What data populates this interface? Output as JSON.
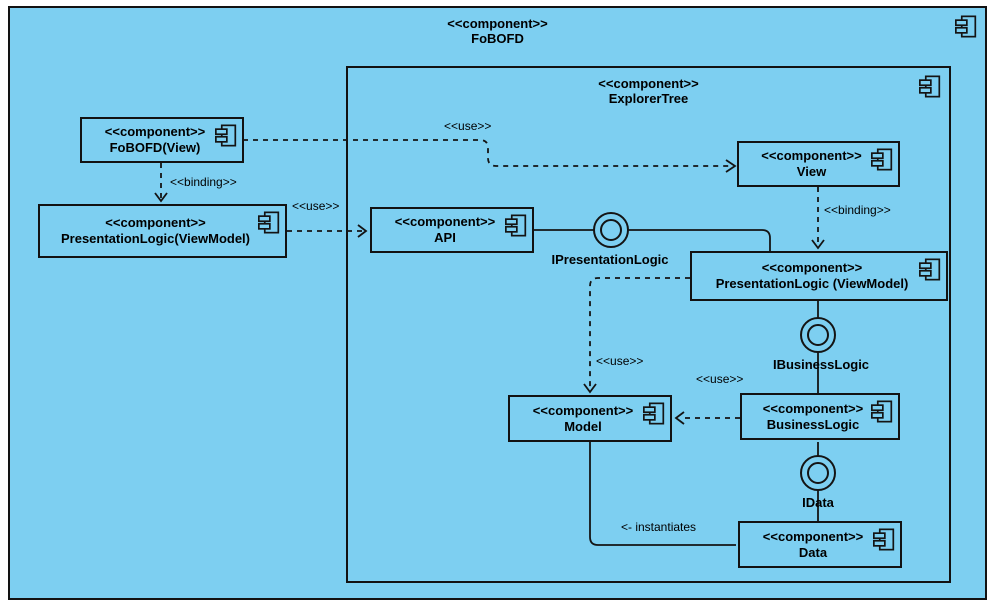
{
  "colors": {
    "canvas_fill": "#7dcff1",
    "stroke": "#141414",
    "page_background": "#ffffff",
    "text": "#000000"
  },
  "frames": {
    "outer": {
      "stereotype": "<<component>>",
      "name": "FoBOFD"
    },
    "inner": {
      "stereotype": "<<component>>",
      "name": "ExplorerTree"
    }
  },
  "components": {
    "fobofd_view": {
      "stereotype": "<<component>>",
      "name": "FoBOFD(View)"
    },
    "presentationlogic_viewmodel_outer": {
      "stereotype": "<<component>>",
      "name": "PresentationLogic(ViewModel)"
    },
    "api": {
      "stereotype": "<<component>>",
      "name": "API"
    },
    "view": {
      "stereotype": "<<component>>",
      "name": "View"
    },
    "presentationlogic_viewmodel_inner": {
      "stereotype": "<<component>>",
      "name": "PresentationLogic (ViewModel)"
    },
    "model": {
      "stereotype": "<<component>>",
      "name": "Model"
    },
    "businesslogic": {
      "stereotype": "<<component>>",
      "name": "BusinessLogic"
    },
    "data": {
      "stereotype": "<<component>>",
      "name": "Data"
    }
  },
  "interfaces": {
    "ipresentationlogic": {
      "label": "IPresentationLogic"
    },
    "ibusinesslogic": {
      "label": "IBusinessLogic"
    },
    "idata": {
      "label": "IData"
    }
  },
  "edge_labels": {
    "use_fobofdview_to_view": "<<use>>",
    "binding_fobofdview_to_presentationlogic": "<<binding>>",
    "use_presentationlogic_to_api": "<<use>>",
    "binding_view_to_presentationlogic": "<<binding>>",
    "use_presentationlogic_to_model": "<<use>>",
    "use_businesslogic_to_model": "<<use>>",
    "instantiates_model_data": "<- instantiates"
  }
}
